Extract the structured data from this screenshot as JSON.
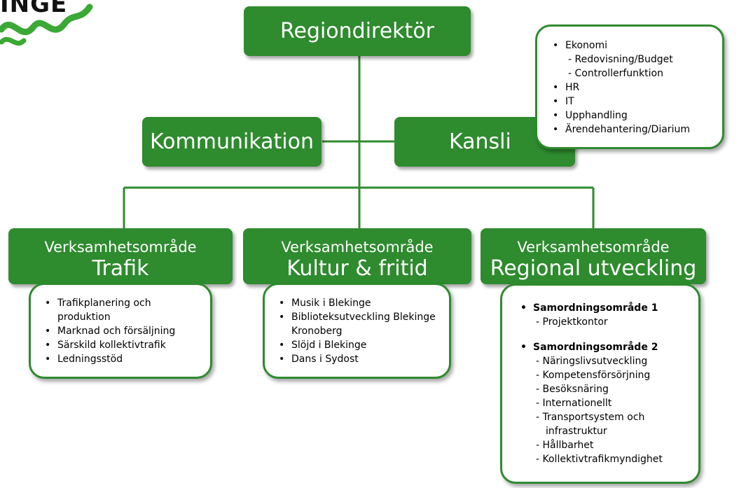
{
  "logo": {
    "text": "INGE"
  },
  "top": {
    "label": "Regiondirektör"
  },
  "staff": [
    {
      "label": "Kommunikation"
    },
    {
      "label": "Kansli"
    }
  ],
  "kansli_list": [
    {
      "text": "Ekonomi",
      "kind": "bullet"
    },
    {
      "text": "- Redovisning/Budget",
      "kind": "sub"
    },
    {
      "text": "- Controllerfunktion",
      "kind": "sub"
    },
    {
      "text": "HR",
      "kind": "bullet"
    },
    {
      "text": "IT",
      "kind": "bullet"
    },
    {
      "text": "Upphandling",
      "kind": "bullet"
    },
    {
      "text": "Ärendehantering/Diarium",
      "kind": "bullet"
    }
  ],
  "areas": [
    {
      "line1": "Verksamhetsområde",
      "line2": "Trafik",
      "items": [
        {
          "text": "Trafikplanering och produktion",
          "kind": "bullet"
        },
        {
          "text": "Marknad och försäljning",
          "kind": "bullet"
        },
        {
          "text": "Särskild kollektivtrafik",
          "kind": "bullet"
        },
        {
          "text": "Ledningsstöd",
          "kind": "bullet"
        }
      ]
    },
    {
      "line1": "Verksamhetsområde",
      "line2": "Kultur & fritid",
      "items": [
        {
          "text": "Musik i Blekinge",
          "kind": "bullet"
        },
        {
          "text": "Biblioteksutveckling Blekinge Kronoberg",
          "kind": "bullet"
        },
        {
          "text": "Slöjd i Blekinge",
          "kind": "bullet"
        },
        {
          "text": "Dans i Sydost",
          "kind": "bullet"
        }
      ]
    },
    {
      "line1": "Verksamhetsområde",
      "line2": "Regional utveckling",
      "items": [
        {
          "text": "Samordningsområde 1",
          "kind": "bullet-bold"
        },
        {
          "text": "- Projektkontor",
          "kind": "sub"
        },
        {
          "text": "Samordningsområde 2",
          "kind": "bullet-bold-gap"
        },
        {
          "text": "- Näringslivsutveckling",
          "kind": "sub"
        },
        {
          "text": "- Kompetensförsörjning",
          "kind": "sub"
        },
        {
          "text": "- Besöksnäring",
          "kind": "sub"
        },
        {
          "text": "- Internationellt",
          "kind": "sub"
        },
        {
          "text": "- Transportsystem och",
          "kind": "sub"
        },
        {
          "text": "infrastruktur",
          "kind": "sub2"
        },
        {
          "text": "- Hållbarhet",
          "kind": "sub"
        },
        {
          "text": "- Kollektivtrafikmyndighet",
          "kind": "sub"
        }
      ]
    }
  ],
  "colors": {
    "green": "#2e8b2e",
    "logo_green": "#3aa935"
  }
}
